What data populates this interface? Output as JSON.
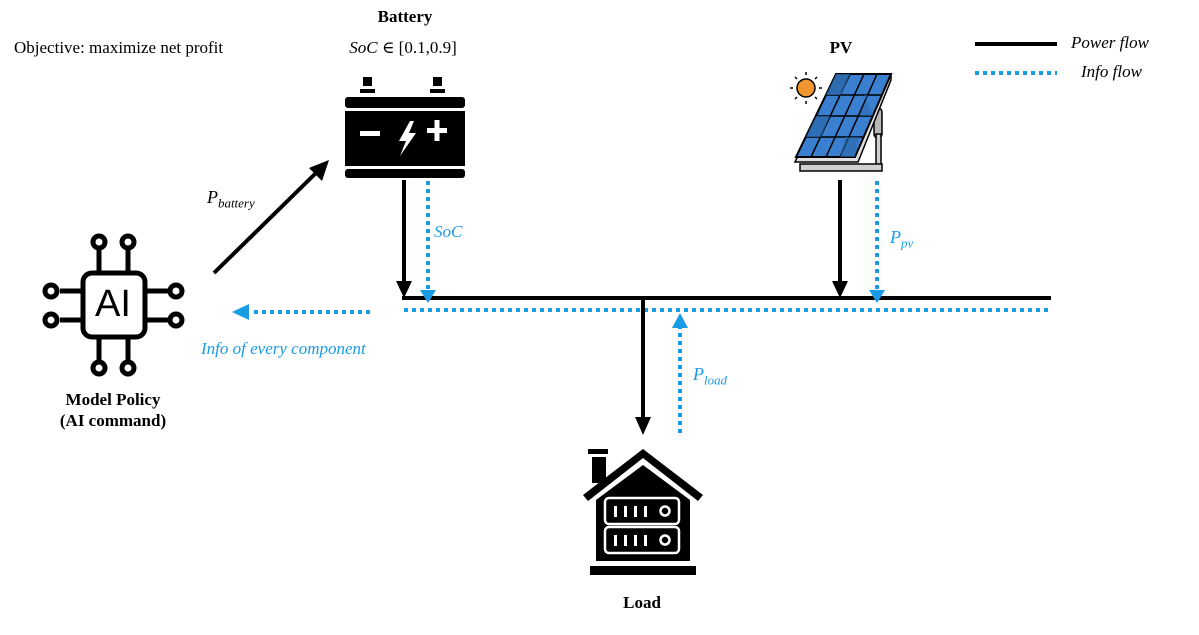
{
  "objective": "Objective: maximize net profit",
  "colors": {
    "power_flow": "#000000",
    "info_flow": "#1a9be6",
    "panel_blue": "#3a7fd0",
    "panel_blue_dark": "#2a66a8",
    "sun": "#f0962e",
    "stand": "#b8b8b8"
  },
  "legend": {
    "power_flow_label": "Power flow",
    "info_flow_label": "Info flow"
  },
  "battery": {
    "title": "Battery",
    "soc_symbol": "SoC",
    "soc_range": " ∈ [0.1,0.9]",
    "icon": "battery-icon"
  },
  "pv": {
    "title": "PV",
    "icon": "solar-panel-icon"
  },
  "load": {
    "title": "Load",
    "icon": "house-server-icon"
  },
  "policy": {
    "title_line1": "Model Policy",
    "title_line2": "(AI command)",
    "chip_text": "AI",
    "icon": "ai-chip-icon"
  },
  "flows": {
    "p_battery_main": "P",
    "p_battery_sub": "battery",
    "soc_label": "SoC",
    "p_pv_main": "P",
    "p_pv_sub": "pv",
    "p_load_main": "P",
    "p_load_sub": "load",
    "info_every_component": "Info of every component"
  }
}
